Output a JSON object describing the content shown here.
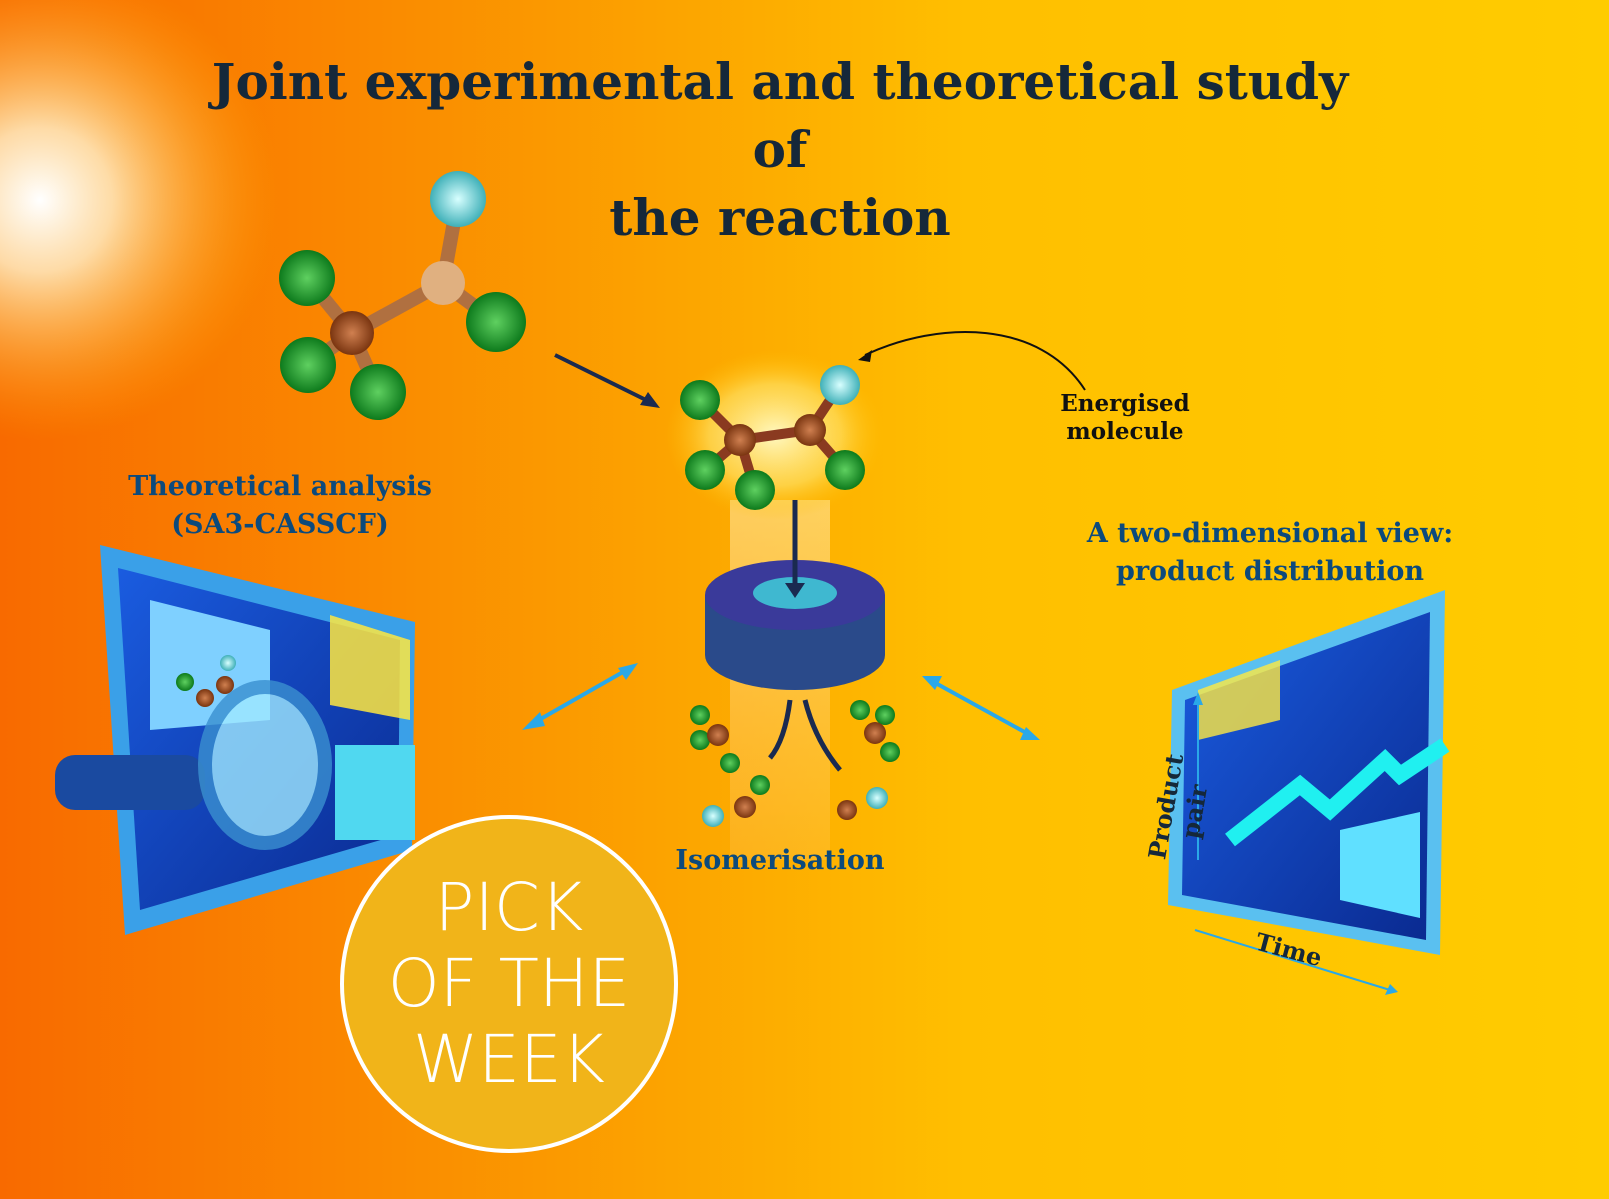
{
  "title": {
    "line1": "Joint experimental and theoretical study of",
    "line2": "the reaction"
  },
  "labels": {
    "theoretical_line1": "Theoretical analysis",
    "theoretical_line2": "(SA3-CASSCF)",
    "energised_line1": "Energised",
    "energised_line2": "molecule",
    "twod_line1": "A two-dimensional view:",
    "twod_line2": "product distribution",
    "isomerisation": "Isomerisation",
    "y_axis": "Product pair",
    "x_axis": "Time"
  },
  "badge": {
    "line1": "PICK",
    "line2": "OF THE",
    "line3": "WEEK"
  },
  "colors": {
    "bg_left": "#f86a00",
    "bg_right": "#ffcc00",
    "label_blue": "#0c4a7c",
    "badge": "#f1b419",
    "atom_green": "#1f9a2c",
    "atom_teal": "#7fd6d6",
    "atom_brown": "#a0521e"
  }
}
